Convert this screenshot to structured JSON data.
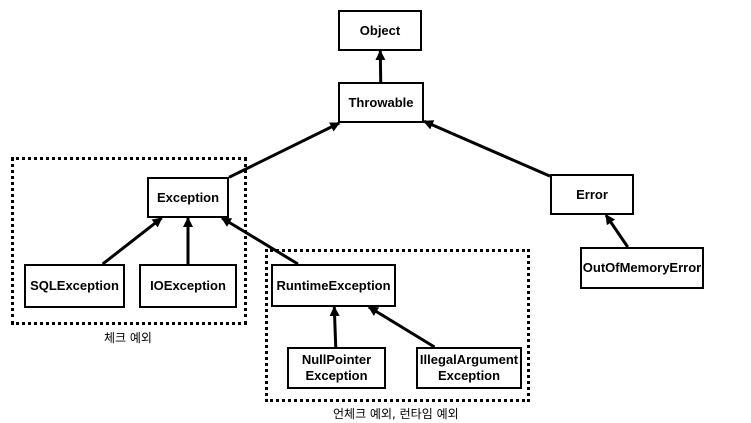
{
  "nodes": {
    "object": "Object",
    "throwable": "Throwable",
    "exception": "Exception",
    "error": "Error",
    "sql_exception": "SQLException",
    "io_exception": "IOException",
    "runtime_exception": "RuntimeException",
    "out_of_memory_error": "OutOfMemoryError",
    "null_pointer_exception": "NullPointer\nException",
    "illegal_argument_exception": "IllegalArgument\nException"
  },
  "groups": {
    "checked_label": "체크 예외",
    "unchecked_label": "언체크 예외, 런타임 예외"
  },
  "edges": [
    [
      "throwable",
      "object"
    ],
    [
      "exception",
      "throwable"
    ],
    [
      "error",
      "throwable"
    ],
    [
      "sql_exception",
      "exception"
    ],
    [
      "io_exception",
      "exception"
    ],
    [
      "runtime_exception",
      "exception"
    ],
    [
      "null_pointer_exception",
      "runtime_exception"
    ],
    [
      "illegal_argument_exception",
      "runtime_exception"
    ],
    [
      "out_of_memory_error",
      "error"
    ]
  ]
}
